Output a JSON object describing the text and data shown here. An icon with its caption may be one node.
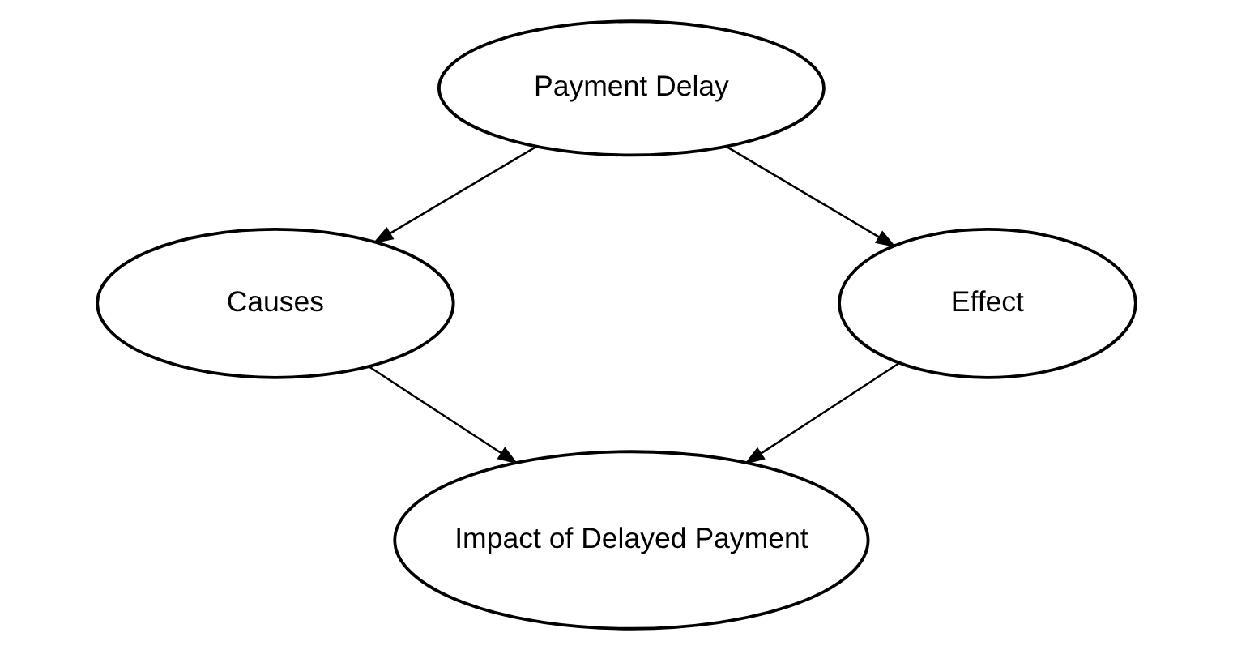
{
  "diagram": {
    "nodes": [
      {
        "text": [
          "Payment Delay"
        ]
      },
      {
        "text": [
          "Causes"
        ]
      },
      {
        "text": [
          "Effect"
        ]
      },
      {
        "text": [
          "Impact of Delayed Payment"
        ]
      }
    ],
    "edges": [
      {
        "from": 0,
        "to": 1,
        "arrow": "to"
      },
      {
        "from": 0,
        "to": 2,
        "arrow": "to"
      },
      {
        "from": 1,
        "to": 3,
        "arrow": "to"
      },
      {
        "from": 2,
        "to": 3,
        "arrow": "to"
      }
    ]
  }
}
